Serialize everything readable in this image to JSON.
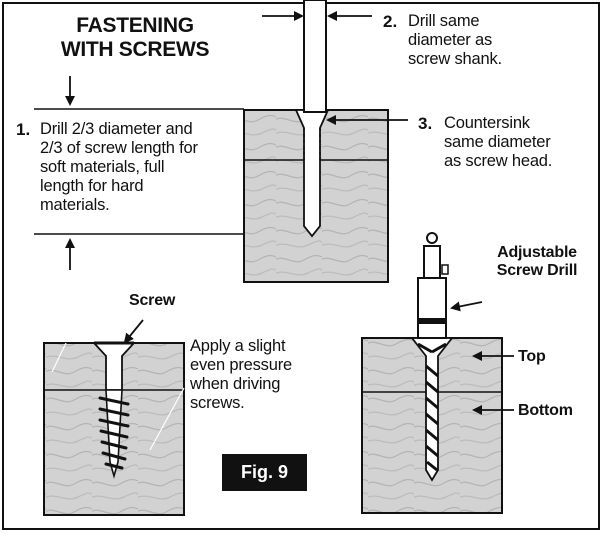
{
  "title": "FASTENING\nWITH SCREWS",
  "steps": [
    {
      "number": "1.",
      "text": "Drill 2/3 diameter and\n2/3 of screw length for\nsoft materials, full\nlength for hard\nmaterials."
    },
    {
      "number": "2.",
      "text": "Drill same\ndiameter as\nscrew shank."
    },
    {
      "number": "3.",
      "text": "Countersink\nsame diameter\nas screw head."
    }
  ],
  "screw_label": "Screw",
  "apply_note": "Apply a slight\neven pressure\nwhen driving\nscrews.",
  "drill_label": "Adjustable\nScrew Drill",
  "top_label": "Top",
  "bottom_label": "Bottom",
  "figure_label": "Fig. 9",
  "colors": {
    "wood": "#d2d2d2",
    "ink": "#111111",
    "grain": "#b8b8b8",
    "paper": "#ffffff"
  }
}
